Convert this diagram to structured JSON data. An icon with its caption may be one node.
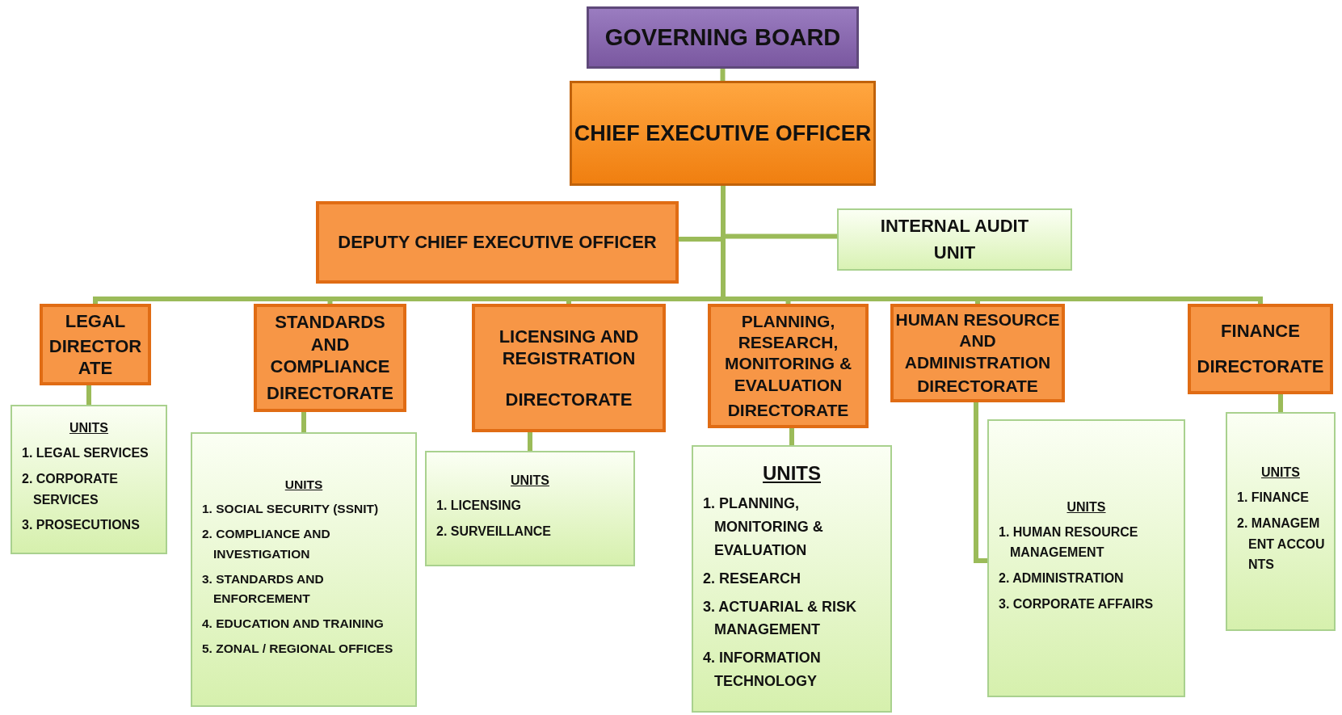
{
  "diagram": {
    "nodes": [
      {
        "text": [
          "GOVERNING BOARD"
        ]
      },
      {
        "text": [
          "CHIEF EXECUTIVE OFFICER"
        ]
      },
      {
        "text": [
          "DEPUTY CHIEF EXECUTIVE OFFICER"
        ]
      },
      {
        "text": [
          "INTERNAL AUDIT",
          "UNIT"
        ]
      },
      {
        "text": [
          "LEGAL",
          "DIRECTORATE"
        ]
      },
      {
        "text": [
          "STANDARDS AND COMPLIANCE",
          "DIRECTORATE"
        ]
      },
      {
        "text": [
          "LICENSING AND REGISTRATION",
          "DIRECTORATE"
        ]
      },
      {
        "text": [
          "PLANNING, RESEARCH, MONITORING & EVALUATION",
          "DIRECTORATE"
        ]
      },
      {
        "text": [
          "HUMAN RESOURCE AND ADMINISTRATION",
          "DIRECTORATE"
        ]
      },
      {
        "text": [
          "FINANCE",
          "DIRECTORATE"
        ]
      },
      {
        "text": [
          "UNITS",
          "1. LEGAL SERVICES",
          "2. CORPORATE SERVICES",
          "3. PROSECUTIONS"
        ]
      },
      {
        "text": [
          "UNITS",
          "1. SOCIAL SECURITY (SSNIT)",
          "2. COMPLIANCE AND INVESTIGATION",
          "3. STANDARDS AND ENFORCEMENT",
          "4. EDUCATION AND TRAINING",
          "5. ZONAL / REGIONAL OFFICES"
        ]
      },
      {
        "text": [
          "UNITS",
          "1. LICENSING",
          "2. SURVEILLANCE"
        ]
      },
      {
        "text": [
          "UNITS",
          "1. PLANNING, MONITORING & EVALUATION",
          "2. RESEARCH",
          "3. ACTUARIAL & RISK MANAGEMENT",
          "4. INFORMATION TECHNOLOGY"
        ]
      },
      {
        "text": [
          "UNITS",
          "1. HUMAN RESOURCE MANAGEMENT",
          "2. ADMINISTRATION",
          "3. CORPORATE AFFAIRS"
        ]
      },
      {
        "text": [
          "UNITS",
          "1. FINANCE",
          "2. MANAGEMENT ACCOUNTS"
        ]
      }
    ],
    "edges": [
      {
        "from": 0,
        "to": 1,
        "arrow": "none"
      },
      {
        "from": 1,
        "to": 2,
        "arrow": "none"
      },
      {
        "from": 1,
        "to": 3,
        "arrow": "none"
      },
      {
        "from": 1,
        "to": 4,
        "arrow": "none"
      },
      {
        "from": 1,
        "to": 5,
        "arrow": "none"
      },
      {
        "from": 1,
        "to": 6,
        "arrow": "none"
      },
      {
        "from": 1,
        "to": 7,
        "arrow": "none"
      },
      {
        "from": 1,
        "to": 8,
        "arrow": "none"
      },
      {
        "from": 1,
        "to": 9,
        "arrow": "none"
      },
      {
        "from": 4,
        "to": 10,
        "arrow": "none"
      },
      {
        "from": 5,
        "to": 11,
        "arrow": "none"
      },
      {
        "from": 6,
        "to": 12,
        "arrow": "none"
      },
      {
        "from": 7,
        "to": 13,
        "arrow": "none"
      },
      {
        "from": 8,
        "to": 14,
        "arrow": "none"
      },
      {
        "from": 9,
        "to": 15,
        "arrow": "none"
      }
    ]
  }
}
